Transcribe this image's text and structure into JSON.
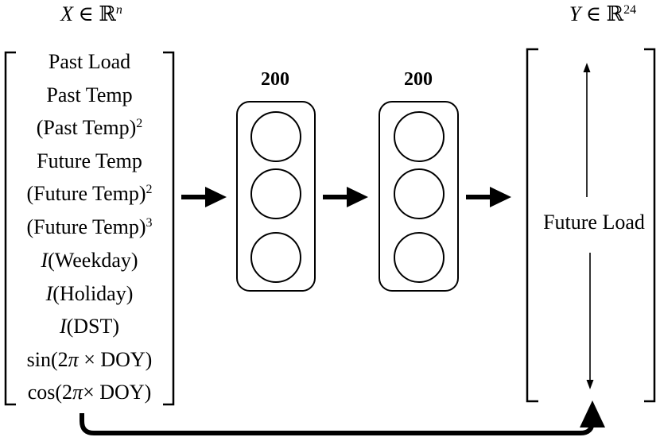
{
  "input": {
    "label": {
      "var": "X",
      "rel": " ∈ ℝ",
      "sup": "n"
    },
    "features": [
      {
        "pre": "Past Load"
      },
      {
        "pre": "Past Temp"
      },
      {
        "pre": "(Past Temp)",
        "sup": "2"
      },
      {
        "pre": "Future Temp"
      },
      {
        "pre": "(Future Temp)",
        "sup": "2"
      },
      {
        "pre": "(Future Temp)",
        "sup": "3"
      },
      {
        "var": "I",
        "post": "(Weekday)"
      },
      {
        "var": "I",
        "post": "(Holiday)"
      },
      {
        "var": "I",
        "post": "(DST)"
      },
      {
        "pre": "sin(2",
        "var": "π",
        "post": " × DOY)"
      },
      {
        "pre": "cos(2",
        "var": "π",
        "post": "× DOY)"
      }
    ]
  },
  "hidden_layers": [
    {
      "units": "200"
    },
    {
      "units": "200"
    }
  ],
  "output": {
    "label": {
      "var": "Y",
      "rel": " ∈ ℝ",
      "sup": "24"
    },
    "text": "Future Load"
  },
  "colors": {
    "ink": "#000000",
    "background": "#ffffff"
  }
}
